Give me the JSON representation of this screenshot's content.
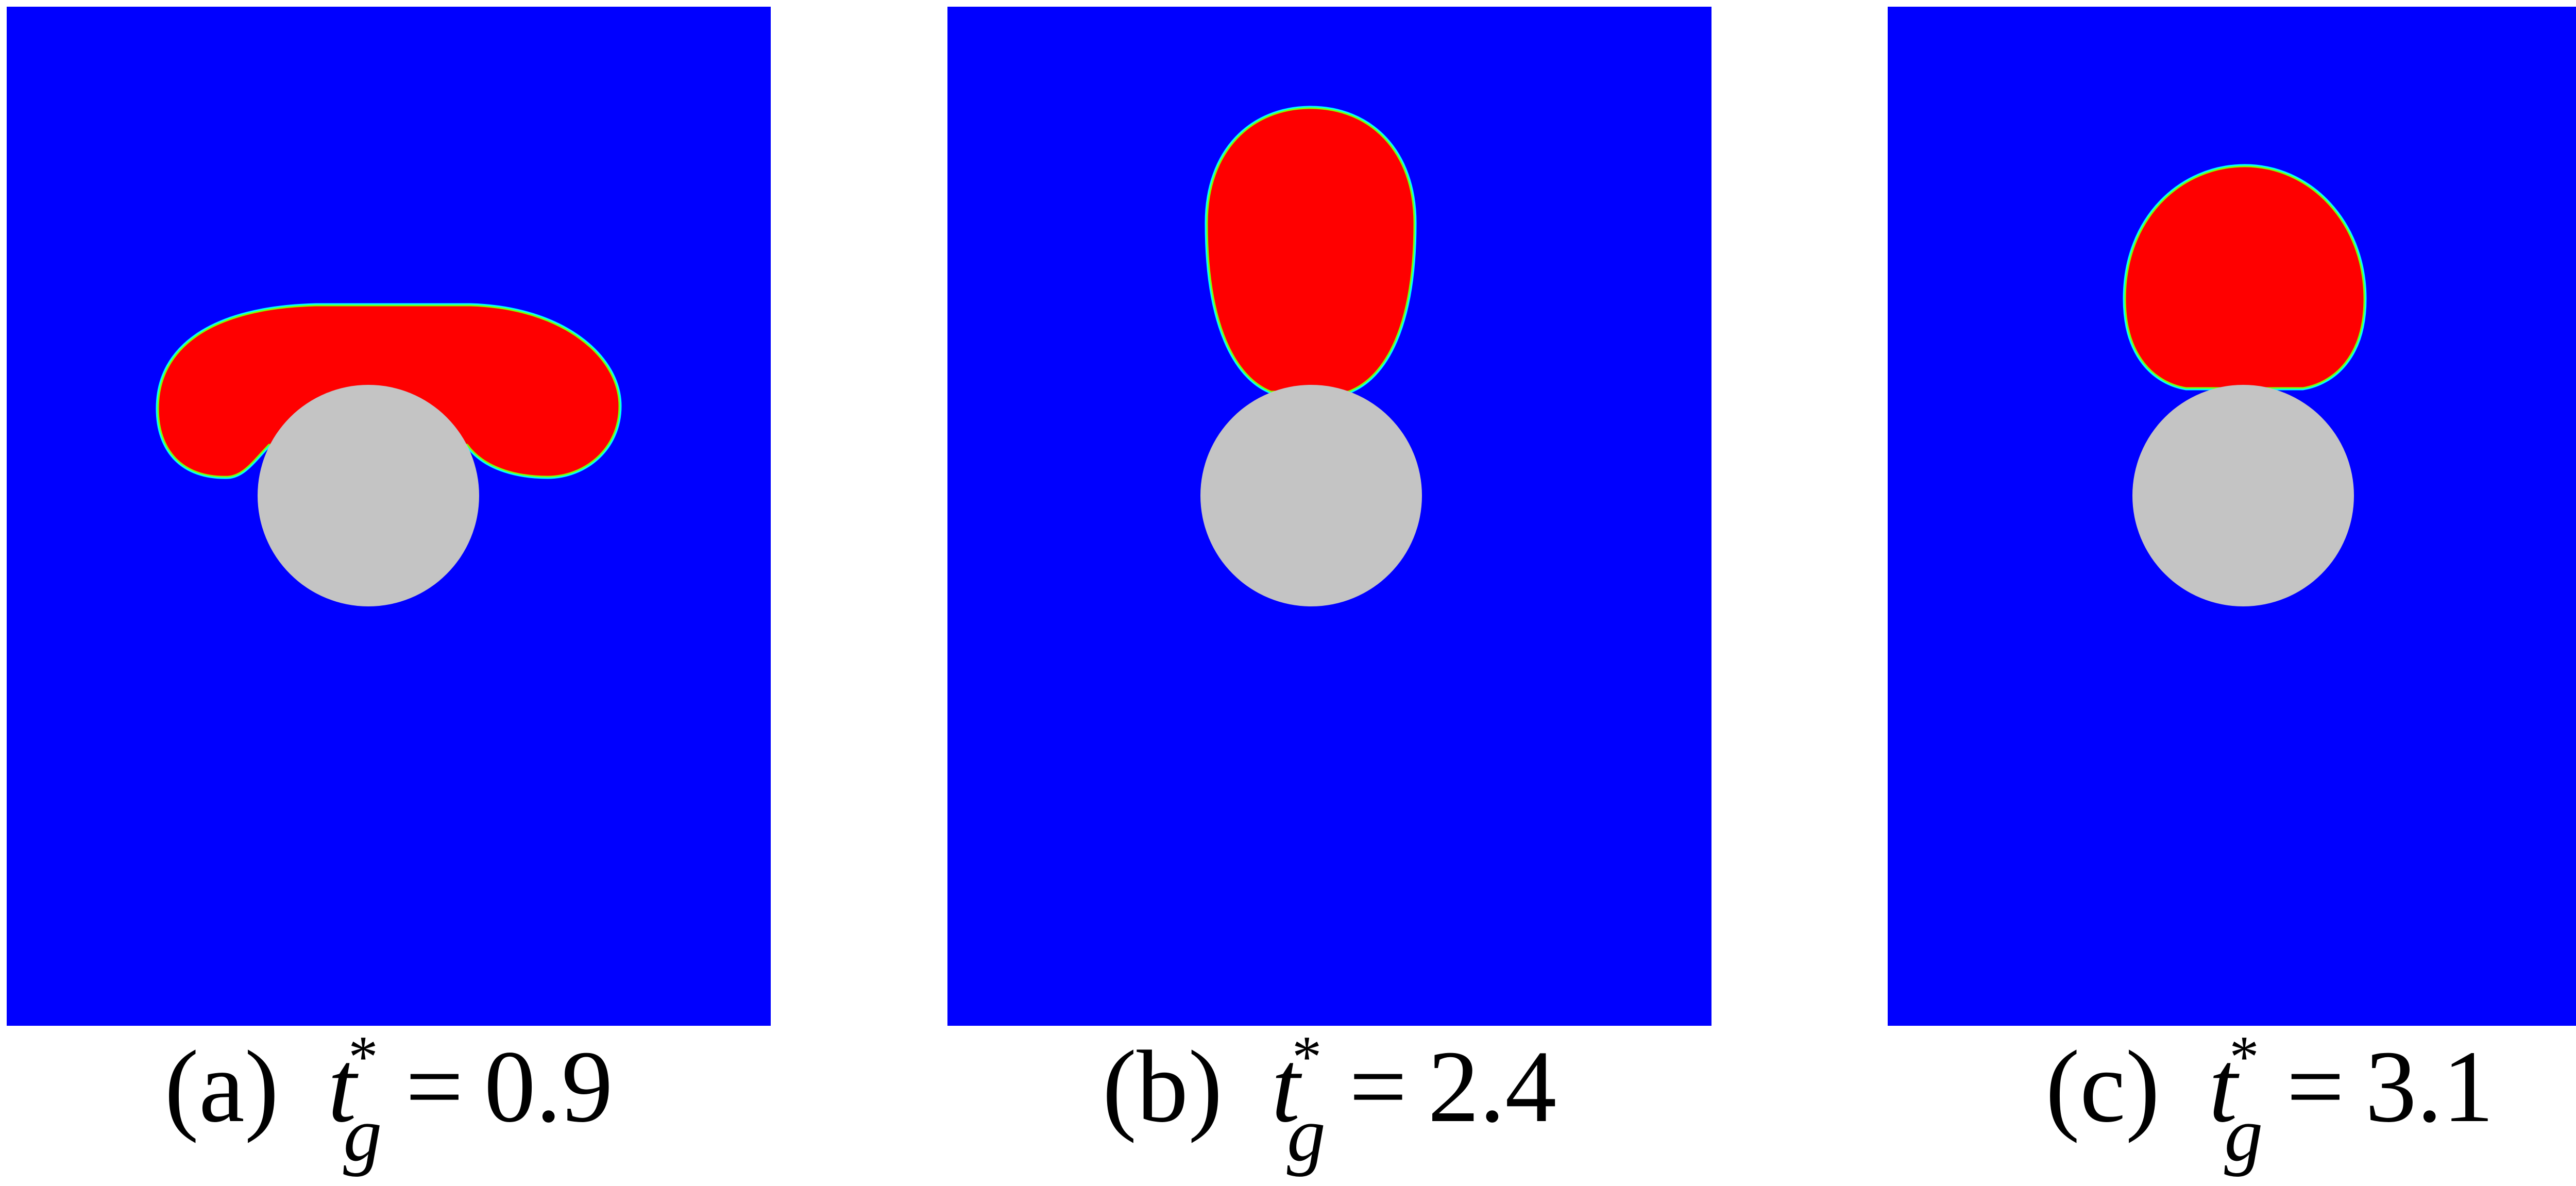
{
  "figure": {
    "colors": {
      "background_phase": "#0000ff",
      "droplet_phase": "#ff0000",
      "interface_outer": "#00ffff",
      "interface_mid": "#00ff7f",
      "interface_inner": "#ffff00",
      "solid_particle": "#c4c4c4",
      "page": "#ffffff"
    },
    "panels": [
      {
        "id": "a",
        "label": "(a)",
        "variable": "t",
        "superscript": "*",
        "subscript": "g",
        "equals": "=",
        "value": "0.9",
        "droplet_shape": "elongated horizontal cap draped over particle with two side lobes"
      },
      {
        "id": "b",
        "label": "(b)",
        "variable": "t",
        "superscript": "*",
        "subscript": "g",
        "equals": "=",
        "value": "2.4",
        "droplet_shape": "vertically elongated ellipse sitting atop particle"
      },
      {
        "id": "c",
        "label": "(c)",
        "variable": "t",
        "superscript": "*",
        "subscript": "g",
        "equals": "=",
        "value": "3.1",
        "droplet_shape": "rounded near-spherical droplet sitting atop particle"
      }
    ]
  }
}
